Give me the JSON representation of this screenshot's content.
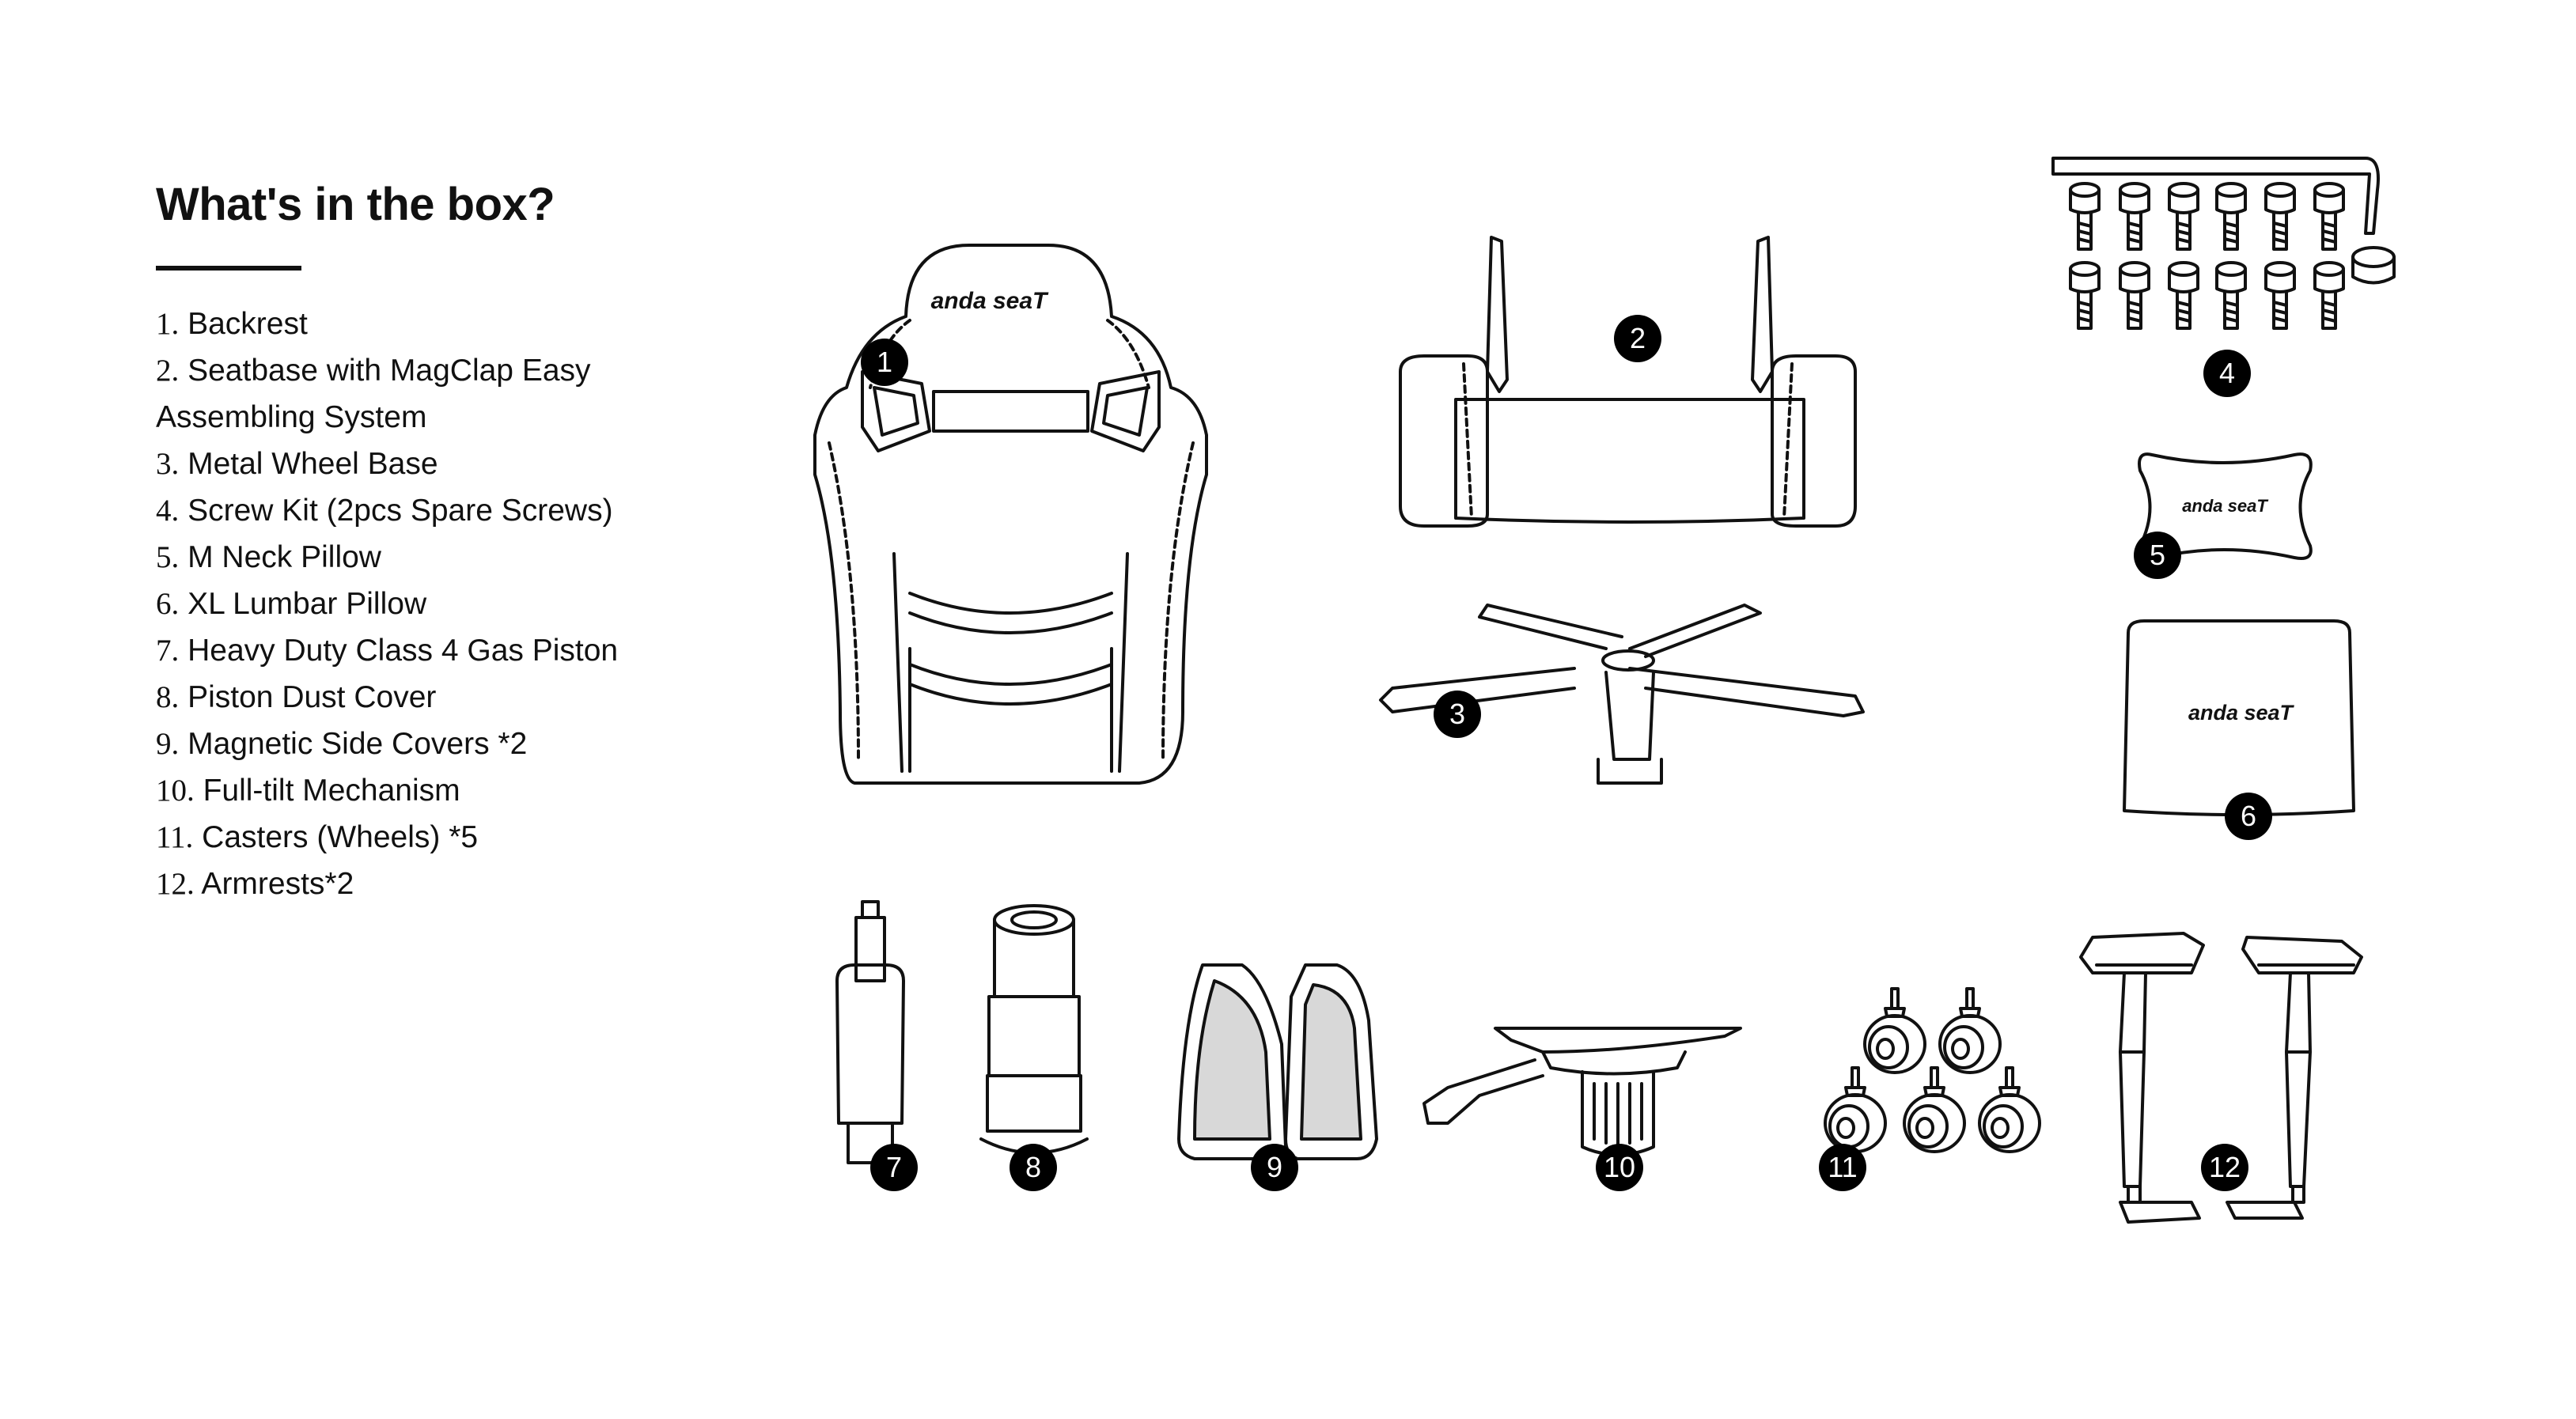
{
  "heading": "What's in the box?",
  "items": [
    {
      "num": "1.",
      "text": " Backrest"
    },
    {
      "num": "2.",
      "text": " Seatbase with MagClap Easy"
    },
    {
      "num": "",
      "text": "Assembling System"
    },
    {
      "num": "3.",
      "text": " Metal Wheel Base"
    },
    {
      "num": "4.",
      "text": " Screw Kit (2pcs Spare Screws)"
    },
    {
      "num": "5.",
      "text": " M Neck Pillow"
    },
    {
      "num": "6.",
      "text": " XL Lumbar Pillow"
    },
    {
      "num": "7.",
      "text": " Heavy Duty Class 4 Gas Piston"
    },
    {
      "num": "8.",
      "text": " Piston Dust Cover"
    },
    {
      "num": "9.",
      "text": " Magnetic Side Covers *2"
    },
    {
      "num": "10.",
      "text": " Full-tilt Mechanism"
    },
    {
      "num": "11.",
      "text": " Casters (Wheels) *5"
    },
    {
      "num": "12.",
      "text": " Armrests*2"
    }
  ],
  "badges": [
    "1",
    "2",
    "3",
    "4",
    "5",
    "6",
    "7",
    "8",
    "9",
    "10",
    "11",
    "12"
  ],
  "brand_logo": "anda seaT",
  "colors": {
    "ink": "#111111",
    "badge_fill": "#000000",
    "badge_text": "#ffffff"
  }
}
